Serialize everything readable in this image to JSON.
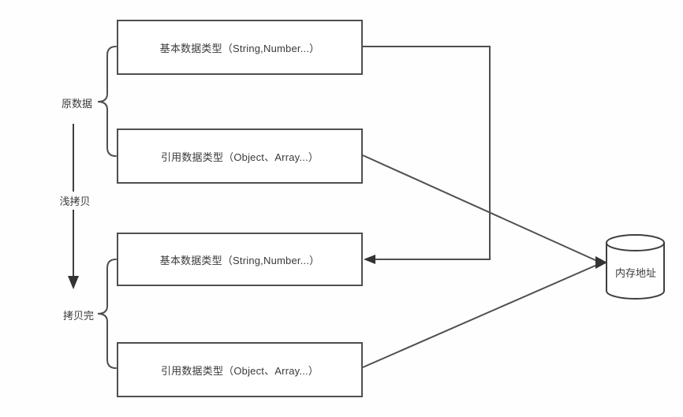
{
  "diagram": {
    "groups": {
      "source_label": "原数据",
      "process_label": "浅拷贝",
      "result_label": "拷贝完"
    },
    "boxes": {
      "source_primitive": "基本数据类型（String,Number...）",
      "source_reference": "引用数据类型（Object、Array...）",
      "copied_primitive": "基本数据类型（String,Number...）",
      "copied_reference": "引用数据类型（Object、Array...）"
    },
    "memory": {
      "label": "内存地址",
      "shape": "cylinder-icon"
    },
    "colors": {
      "line": "#4f4f4f",
      "arrowhead": "#333333",
      "text": "#3a3a3a",
      "background": "#fefefe",
      "box_fill": "#ffffff"
    }
  }
}
